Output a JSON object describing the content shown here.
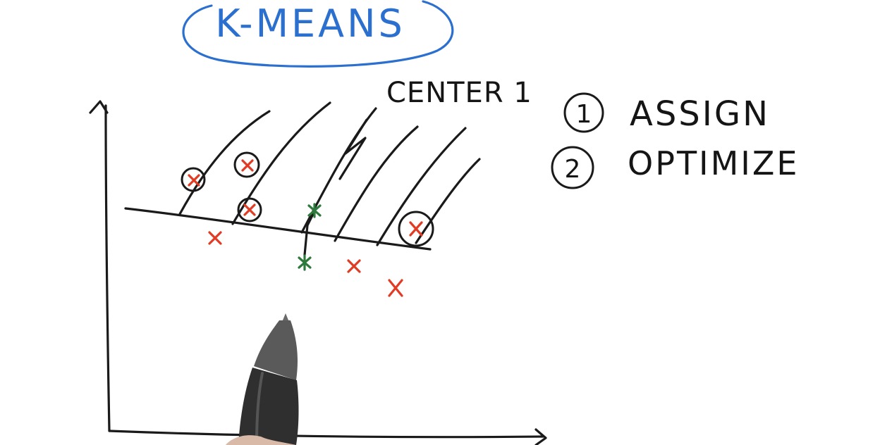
{
  "title": "K-MEANS",
  "center_label": "CENTER 1",
  "steps": [
    {
      "number": "1",
      "label": "ASSIGN"
    },
    {
      "number": "2",
      "label": "OPTIMIZE"
    }
  ],
  "colors": {
    "title": "#2b6fcf",
    "ink": "#1a1a1a",
    "data_point": "#e23b24",
    "center": "#2e7a3c",
    "pen": "#2f2f2f"
  },
  "icons": {
    "data_point": "red-x-marker",
    "cluster_center": "green-star-marker",
    "pen": "stylus-pen-icon"
  }
}
